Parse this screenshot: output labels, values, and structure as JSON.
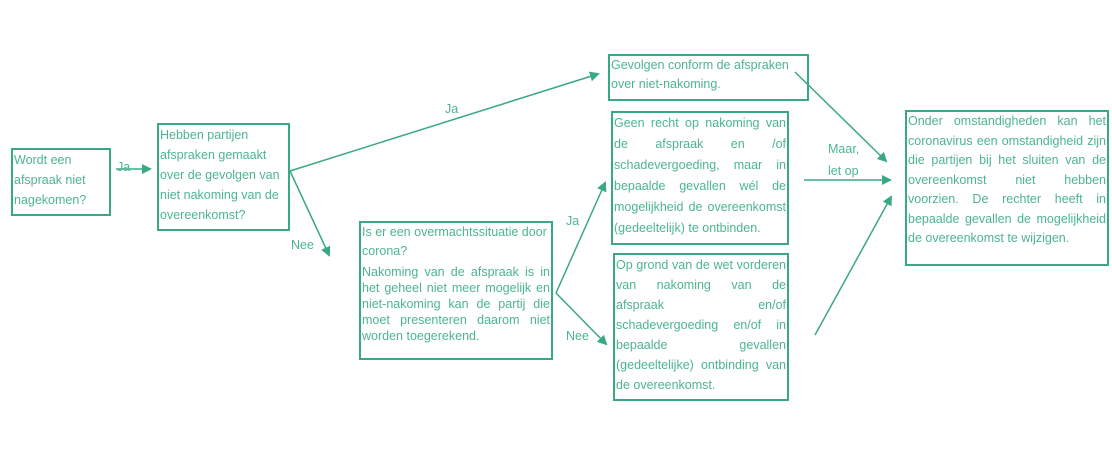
{
  "nodes": {
    "start": "Wordt een afspraak niet nagekomen?",
    "agreements": "Hebben partijen afspraken gemaakt over de gevolgen van niet nakoming van de overeenkomst?",
    "conform": "Gevolgen conform de afspraken over niet-nakoming.",
    "force_majeure_question": "Is er een overmachtssituatie door corona?",
    "force_majeure_detail": "Nakoming van de afspraak is in het geheel niet meer mogelijk en niet-nakoming kan de partij die moet presenteren daarom niet worden toegerekend.",
    "no_right": "Geen recht op nakoming van de afspraak en /of schadevergoeding, maar in bepaalde gevallen wél de mogelijkheid de overeenkomst (gedeeltelijk) te ontbinden.",
    "by_law": "Op grond van de wet vorderen van nakoming van de afspraak en/of schadevergoeding en/of in bepaalde gevallen (gedeeltelijke) ontbinding van de overeenkomst.",
    "circumstances": "Onder omstandigheden kan het coronavirus een omstandigheid zijn die partijen bij het sluiten van de overeenkomst niet hebben voorzien. De rechter heeft in bepaalde gevallen de mogelijkheid de overeenkomst te wijzigen."
  },
  "edges": {
    "start_yes": "Ja",
    "agreements_yes": "Ja",
    "agreements_no": "Nee",
    "force_yes": "Ja",
    "force_no": "Nee",
    "but_line1": "Maar,",
    "but_line2": "let op"
  },
  "colors": {
    "accent": "#3aa882"
  }
}
